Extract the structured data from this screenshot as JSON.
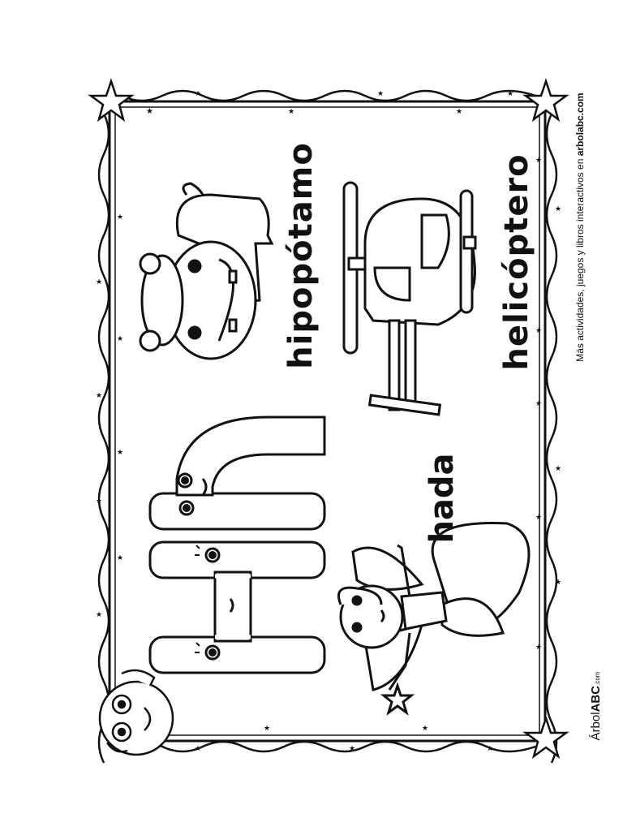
{
  "worksheet": {
    "letter_upper": "H",
    "letter_lower": "h",
    "words": {
      "hipopotamo": "hipopótamo",
      "helicoptero": "helicóptero",
      "hada": "hada"
    },
    "footer": {
      "text": "Más actividades, juegos y libros interactivos en ",
      "site": "arbolabc.com"
    },
    "brand": {
      "part1": "Árbol",
      "part2": "ABC",
      "suffix": ".com"
    }
  },
  "colors": {
    "ink": "#111111",
    "paper": "#ffffff"
  }
}
